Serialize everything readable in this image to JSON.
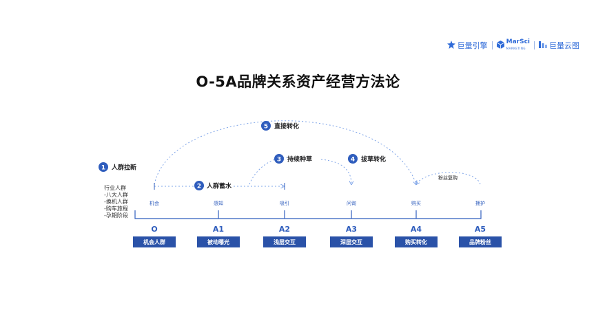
{
  "logos": [
    {
      "icon": "engine-star-icon",
      "text": "巨量引擎",
      "sub": ""
    },
    {
      "icon": "marsci-cube-icon",
      "text": "MarSci",
      "sub": "MARKETING"
    },
    {
      "icon": "yuntu-bars-icon",
      "text": "巨量云图",
      "sub": ""
    }
  ],
  "title": "O-5A品牌关系资产经营方法论",
  "steps": [
    {
      "num": "1",
      "label": "人群拉新"
    },
    {
      "num": "2",
      "label": "人群蓄水"
    },
    {
      "num": "3",
      "label": "持续种草"
    },
    {
      "num": "4",
      "label": "拔草转化"
    },
    {
      "num": "5",
      "label": "直接转化"
    }
  ],
  "fan_label": "粉丝复购",
  "left_list": [
    "行业人群",
    "-八大人群",
    "-换机人群",
    "-购车旅程",
    "-孕期阶段"
  ],
  "stages": [
    {
      "tick": "机会",
      "code": "O",
      "name": "机会人群"
    },
    {
      "tick": "感知",
      "code": "A1",
      "name": "被动曝光"
    },
    {
      "tick": "吸引",
      "code": "A2",
      "name": "浅层交互"
    },
    {
      "tick": "问询",
      "code": "A3",
      "name": "深层交互"
    },
    {
      "tick": "购买",
      "code": "A4",
      "name": "购买转化"
    },
    {
      "tick": "拥护",
      "code": "A5",
      "name": "品牌粉丝"
    }
  ],
  "colors": {
    "blue": "#2f5dbd",
    "dark_blue": "#2a52a8",
    "dash": "#7ea4e8"
  }
}
